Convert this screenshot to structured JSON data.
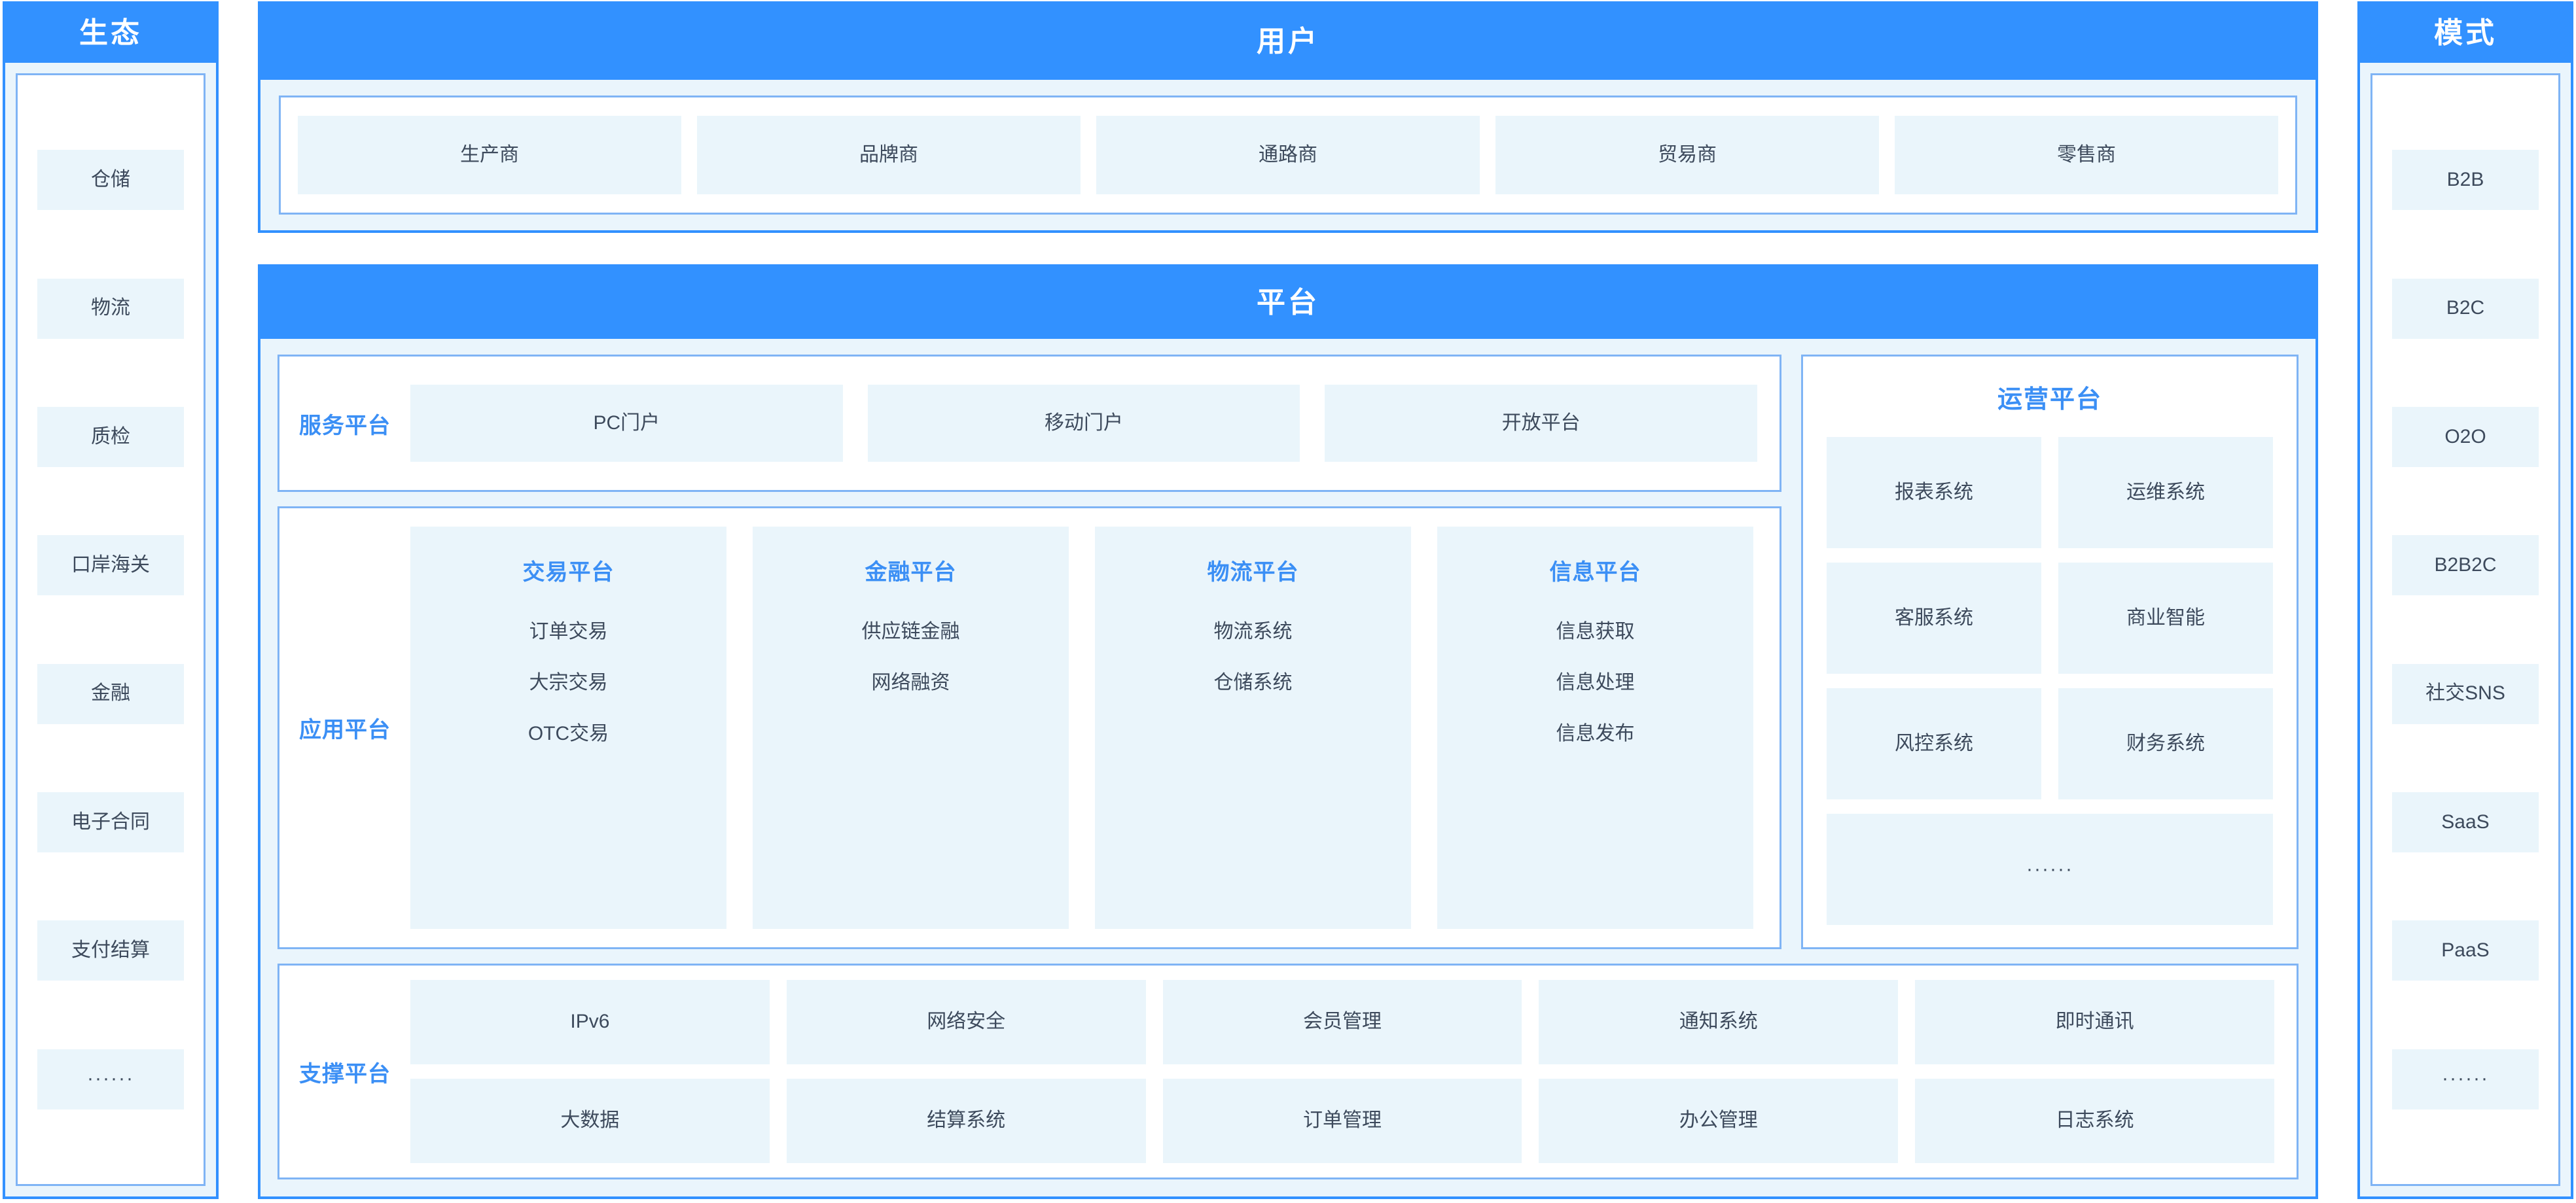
{
  "colors": {
    "brand_blue": "#3291ff",
    "label_blue": "#3b8ff5",
    "tile_fill": "#eaf5fb",
    "panel_fill": "#eaf5fc",
    "hairline": "#7fb4f5",
    "text_dark": "#3d4a5c"
  },
  "ecosystem": {
    "title": "生态",
    "items": [
      {
        "label": "仓储"
      },
      {
        "label": "物流"
      },
      {
        "label": "质检"
      },
      {
        "label": "口岸海关"
      },
      {
        "label": "金融"
      },
      {
        "label": "电子合同"
      },
      {
        "label": "支付结算"
      },
      {
        "label": "······"
      }
    ]
  },
  "mode": {
    "title": "模式",
    "items": [
      {
        "label": "B2B"
      },
      {
        "label": "B2C"
      },
      {
        "label": "O2O"
      },
      {
        "label": "B2B2C"
      },
      {
        "label": "社交SNS"
      },
      {
        "label": "SaaS"
      },
      {
        "label": "PaaS"
      },
      {
        "label": "······"
      }
    ]
  },
  "users": {
    "title": "用户",
    "items": [
      {
        "label": "生产商"
      },
      {
        "label": "品牌商"
      },
      {
        "label": "通路商"
      },
      {
        "label": "贸易商"
      },
      {
        "label": "零售商"
      }
    ]
  },
  "platform": {
    "title": "平台",
    "service": {
      "label": "服务平台",
      "items": [
        {
          "label": "PC门户"
        },
        {
          "label": "移动门户"
        },
        {
          "label": "开放平台"
        }
      ]
    },
    "application": {
      "label": "应用平台",
      "columns": [
        {
          "title": "交易平台",
          "items": [
            {
              "label": "订单交易"
            },
            {
              "label": "大宗交易"
            },
            {
              "label": "OTC交易"
            }
          ]
        },
        {
          "title": "金融平台",
          "items": [
            {
              "label": "供应链金融"
            },
            {
              "label": "网络融资"
            }
          ]
        },
        {
          "title": "物流平台",
          "items": [
            {
              "label": "物流系统"
            },
            {
              "label": "仓储系统"
            }
          ]
        },
        {
          "title": "信息平台",
          "items": [
            {
              "label": "信息获取"
            },
            {
              "label": "信息处理"
            },
            {
              "label": "信息发布"
            }
          ]
        }
      ]
    },
    "operations": {
      "title": "运营平台",
      "items": [
        {
          "label": "报表系统"
        },
        {
          "label": "运维系统"
        },
        {
          "label": "客服系统"
        },
        {
          "label": "商业智能"
        },
        {
          "label": "风控系统"
        },
        {
          "label": "财务系统"
        }
      ],
      "more": "······"
    },
    "support": {
      "label": "支撑平台",
      "row1": [
        {
          "label": "IPv6"
        },
        {
          "label": "网络安全"
        },
        {
          "label": "会员管理"
        },
        {
          "label": "通知系统"
        },
        {
          "label": "即时通讯"
        }
      ],
      "row2": [
        {
          "label": "大数据"
        },
        {
          "label": "结算系统"
        },
        {
          "label": "订单管理"
        },
        {
          "label": "办公管理"
        },
        {
          "label": "日志系统"
        }
      ]
    }
  }
}
